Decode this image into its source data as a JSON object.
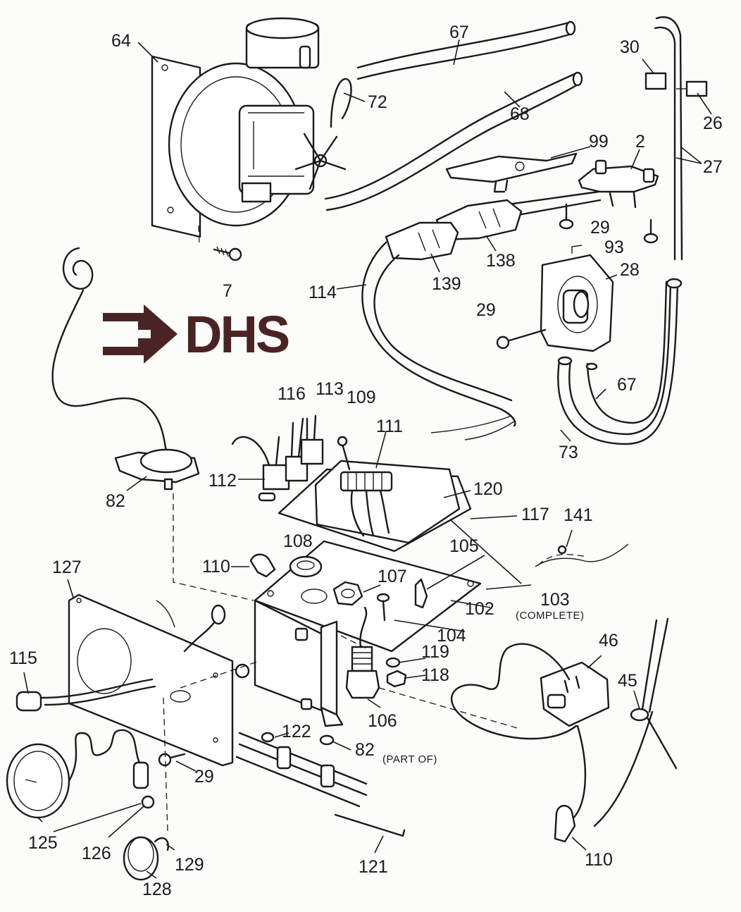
{
  "diagram": {
    "brand_text": "DHS",
    "brand_color": "#4a2424",
    "line_color": "#1a1a1a",
    "callouts": [
      {
        "id": "c64",
        "text": "64"
      },
      {
        "id": "c67a",
        "text": "67"
      },
      {
        "id": "c72",
        "text": "72"
      },
      {
        "id": "c68",
        "text": "68"
      },
      {
        "id": "c30",
        "text": "30"
      },
      {
        "id": "c26",
        "text": "26"
      },
      {
        "id": "c27",
        "text": "27"
      },
      {
        "id": "c99",
        "text": "99"
      },
      {
        "id": "c2",
        "text": "2"
      },
      {
        "id": "c29a",
        "text": "29"
      },
      {
        "id": "c93",
        "text": "93"
      },
      {
        "id": "c138",
        "text": "138"
      },
      {
        "id": "c139",
        "text": "139"
      },
      {
        "id": "c28",
        "text": "28"
      },
      {
        "id": "c114",
        "text": "114"
      },
      {
        "id": "c7",
        "text": "7"
      },
      {
        "id": "c29b",
        "text": "29"
      },
      {
        "id": "c67b",
        "text": "67"
      },
      {
        "id": "c73",
        "text": "73"
      },
      {
        "id": "c116",
        "text": "116"
      },
      {
        "id": "c113",
        "text": "113"
      },
      {
        "id": "c109",
        "text": "109"
      },
      {
        "id": "c111",
        "text": "111"
      },
      {
        "id": "c112",
        "text": "112"
      },
      {
        "id": "c82a",
        "text": "82"
      },
      {
        "id": "c120",
        "text": "120"
      },
      {
        "id": "c117",
        "text": "117"
      },
      {
        "id": "c141",
        "text": "141"
      },
      {
        "id": "c108",
        "text": "108"
      },
      {
        "id": "c105",
        "text": "105"
      },
      {
        "id": "c110a",
        "text": "110"
      },
      {
        "id": "c107",
        "text": "107"
      },
      {
        "id": "c127",
        "text": "127"
      },
      {
        "id": "c103",
        "text": "103"
      },
      {
        "id": "c102",
        "text": "102"
      },
      {
        "id": "c104",
        "text": "104"
      },
      {
        "id": "c46",
        "text": "46"
      },
      {
        "id": "c115",
        "text": "115"
      },
      {
        "id": "c119",
        "text": "119"
      },
      {
        "id": "c118",
        "text": "118"
      },
      {
        "id": "c45",
        "text": "45"
      },
      {
        "id": "c106",
        "text": "106"
      },
      {
        "id": "c122",
        "text": "122"
      },
      {
        "id": "c82b",
        "text": "82"
      },
      {
        "id": "c29c",
        "text": "29"
      },
      {
        "id": "c125",
        "text": "125"
      },
      {
        "id": "c126",
        "text": "126"
      },
      {
        "id": "c129",
        "text": "129"
      },
      {
        "id": "c121",
        "text": "121"
      },
      {
        "id": "c128",
        "text": "128"
      },
      {
        "id": "c110b",
        "text": "110"
      }
    ],
    "notes": {
      "complete": "(COMPLETE)",
      "part_of": "(PART OF)"
    }
  }
}
